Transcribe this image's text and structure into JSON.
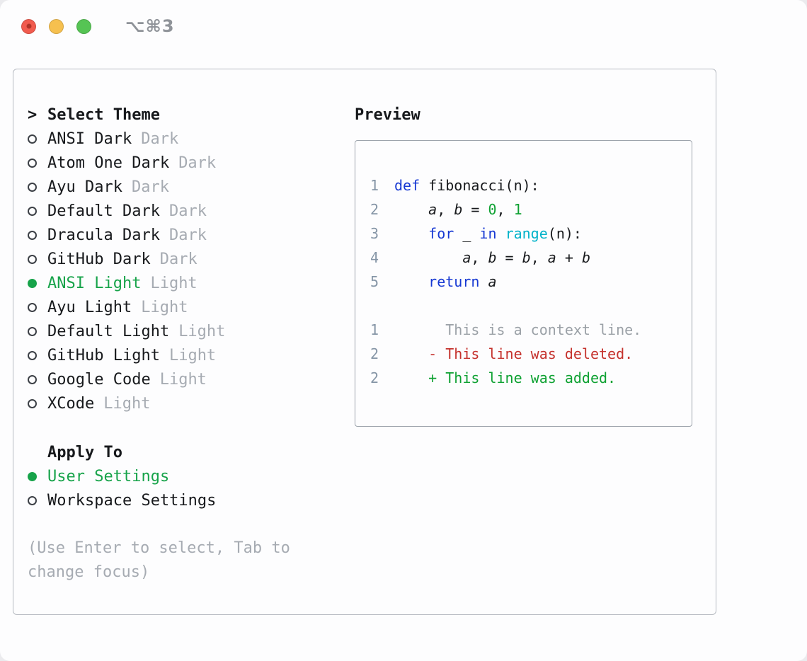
{
  "titlebar": {
    "shortcut": "⌥⌘3",
    "traffic_lights": [
      "close",
      "minimize",
      "zoom"
    ]
  },
  "select_theme": {
    "prompt_prefix": ">",
    "title": "Select Theme",
    "themes": [
      {
        "name": "ANSI Dark",
        "variant": "Dark",
        "selected": false
      },
      {
        "name": "Atom One Dark",
        "variant": "Dark",
        "selected": false
      },
      {
        "name": "Ayu Dark",
        "variant": "Dark",
        "selected": false
      },
      {
        "name": "Default Dark",
        "variant": "Dark",
        "selected": false
      },
      {
        "name": "Dracula Dark",
        "variant": "Dark",
        "selected": false
      },
      {
        "name": "GitHub Dark",
        "variant": "Dark",
        "selected": false
      },
      {
        "name": "ANSI Light",
        "variant": "Light",
        "selected": true
      },
      {
        "name": "Ayu Light",
        "variant": "Light",
        "selected": false
      },
      {
        "name": "Default Light",
        "variant": "Light",
        "selected": false
      },
      {
        "name": "GitHub Light",
        "variant": "Light",
        "selected": false
      },
      {
        "name": "Google Code",
        "variant": "Light",
        "selected": false
      },
      {
        "name": "XCode",
        "variant": "Light",
        "selected": false
      }
    ]
  },
  "apply_to": {
    "title": "Apply To",
    "options": [
      {
        "label": "User Settings",
        "selected": true
      },
      {
        "label": "Workspace Settings",
        "selected": false
      }
    ]
  },
  "hint": "(Use Enter to select, Tab to change focus)",
  "preview": {
    "title": "Preview",
    "lines": [
      {
        "num": "1",
        "tokens": [
          {
            "c": "kw",
            "t": "def"
          },
          {
            "c": "pl",
            "t": " fibonacci(n):"
          }
        ]
      },
      {
        "num": "2",
        "tokens": [
          {
            "c": "pl",
            "t": "    "
          },
          {
            "c": "var",
            "t": "a"
          },
          {
            "c": "pl",
            "t": ", "
          },
          {
            "c": "var",
            "t": "b"
          },
          {
            "c": "pl",
            "t": " = "
          },
          {
            "c": "num",
            "t": "0"
          },
          {
            "c": "pl",
            "t": ", "
          },
          {
            "c": "num",
            "t": "1"
          }
        ]
      },
      {
        "num": "3",
        "tokens": [
          {
            "c": "pl",
            "t": "    "
          },
          {
            "c": "kw",
            "t": "for"
          },
          {
            "c": "pl",
            "t": " _ "
          },
          {
            "c": "kw",
            "t": "in"
          },
          {
            "c": "pl",
            "t": " "
          },
          {
            "c": "fn",
            "t": "range"
          },
          {
            "c": "pl",
            "t": "(n):"
          }
        ]
      },
      {
        "num": "4",
        "tokens": [
          {
            "c": "pl",
            "t": "        "
          },
          {
            "c": "var",
            "t": "a"
          },
          {
            "c": "pl",
            "t": ", "
          },
          {
            "c": "var",
            "t": "b"
          },
          {
            "c": "pl",
            "t": " = "
          },
          {
            "c": "var",
            "t": "b"
          },
          {
            "c": "pl",
            "t": ", "
          },
          {
            "c": "var",
            "t": "a"
          },
          {
            "c": "pl",
            "t": " + "
          },
          {
            "c": "var",
            "t": "b"
          }
        ]
      },
      {
        "num": "5",
        "tokens": [
          {
            "c": "pl",
            "t": "    "
          },
          {
            "c": "kw",
            "t": "return"
          },
          {
            "c": "pl",
            "t": " "
          },
          {
            "c": "var",
            "t": "a"
          }
        ]
      },
      {
        "num": "",
        "tokens": []
      },
      {
        "num": "1",
        "tokens": [
          {
            "c": "ctx",
            "t": "      This is a context line."
          }
        ]
      },
      {
        "num": "2",
        "tokens": [
          {
            "c": "del",
            "t": "    - This line was deleted."
          }
        ]
      },
      {
        "num": "2",
        "tokens": [
          {
            "c": "add",
            "t": "    + This line was added."
          }
        ]
      }
    ]
  },
  "colors": {
    "accent_green": "#17a34a",
    "keyword_blue": "#1739d3",
    "builtin_cyan": "#00b2c9",
    "code_green": "#0ea132",
    "deleted_red": "#c5322d",
    "context_gray": "#9ba1a7",
    "muted_gray": "#a6abb2",
    "line_number": "#8595a6",
    "text": "#17191c",
    "panel_border": "#b6bac1",
    "preview_border": "#9da4ac",
    "traffic_red": "#f15b4e",
    "traffic_yellow": "#f6c04f",
    "traffic_green": "#56c454",
    "shortcut_gray": "#8f9399"
  }
}
